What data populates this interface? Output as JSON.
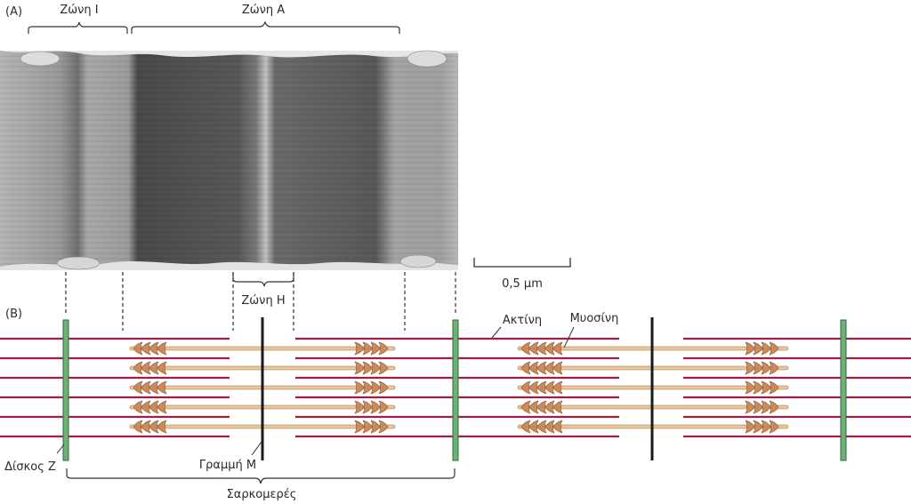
{
  "panel_a": {
    "label": "(A)",
    "zone_i_label": "Ζώνη I",
    "zone_a_label": "Ζώνη A",
    "scale_label": "0,5 μm"
  },
  "panel_b": {
    "label": "(B)",
    "zone_h_label": "Ζώνη H",
    "actin_label": "Ακτίνη",
    "myosin_label": "Μυοσίνη",
    "z_disc_label": "Δίσκος Z",
    "m_line_label": "Γραμμή M",
    "sarcomere_label": "Σαρκομερές"
  },
  "colors": {
    "actin": "#9c1f4a",
    "myosin_head": "#c98a5c",
    "myosin_rod": "#e8c79a",
    "z_disc": "#6fb07a",
    "m_line": "#1a1a1a"
  }
}
